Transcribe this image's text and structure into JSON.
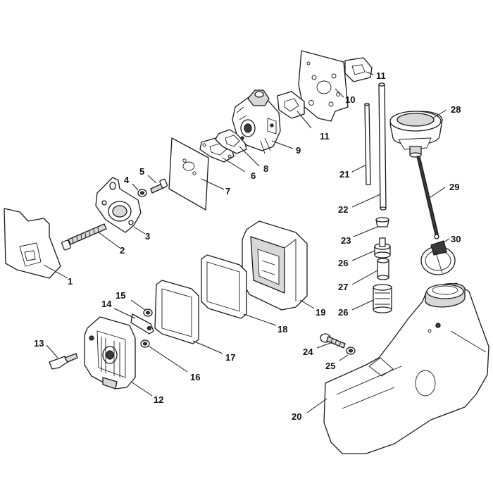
{
  "diagram": {
    "callouts": [
      {
        "id": "c1",
        "label": "1"
      },
      {
        "id": "c2",
        "label": "2"
      },
      {
        "id": "c3",
        "label": "3"
      },
      {
        "id": "c4",
        "label": "4"
      },
      {
        "id": "c5",
        "label": "5"
      },
      {
        "id": "c6",
        "label": "6"
      },
      {
        "id": "c7",
        "label": "7"
      },
      {
        "id": "c8",
        "label": "8"
      },
      {
        "id": "c9",
        "label": "9"
      },
      {
        "id": "c10",
        "label": "10"
      },
      {
        "id": "c11a",
        "label": "11"
      },
      {
        "id": "c11b",
        "label": "11"
      },
      {
        "id": "c12",
        "label": "12"
      },
      {
        "id": "c13",
        "label": "13"
      },
      {
        "id": "c14",
        "label": "14"
      },
      {
        "id": "c15",
        "label": "15"
      },
      {
        "id": "c16",
        "label": "16"
      },
      {
        "id": "c17",
        "label": "17"
      },
      {
        "id": "c18",
        "label": "18"
      },
      {
        "id": "c19",
        "label": "19"
      },
      {
        "id": "c20",
        "label": "20"
      },
      {
        "id": "c21",
        "label": "21"
      },
      {
        "id": "c22",
        "label": "22"
      },
      {
        "id": "c23",
        "label": "23"
      },
      {
        "id": "c24",
        "label": "24"
      },
      {
        "id": "c25",
        "label": "25"
      },
      {
        "id": "c26a",
        "label": "26"
      },
      {
        "id": "c26b",
        "label": "26"
      },
      {
        "id": "c27",
        "label": "27"
      },
      {
        "id": "c28",
        "label": "28"
      },
      {
        "id": "c29",
        "label": "29"
      },
      {
        "id": "c30",
        "label": "30"
      }
    ]
  }
}
